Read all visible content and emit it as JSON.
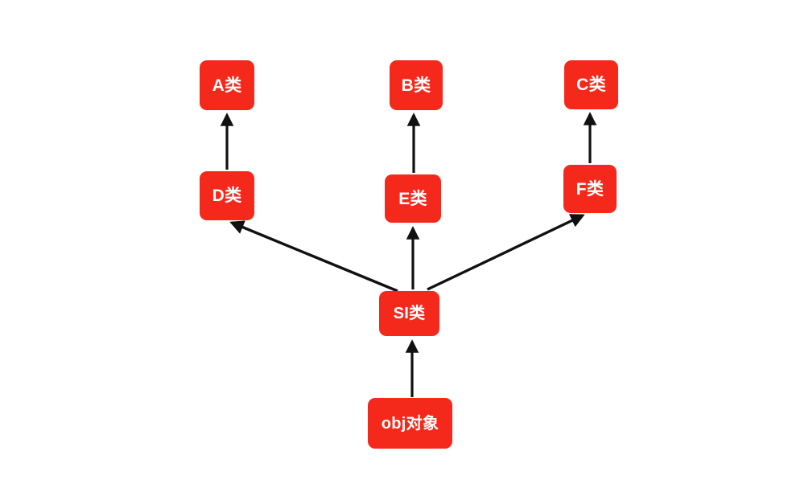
{
  "diagram": {
    "title": "JavaScript prototype chain / class inheritance diagram",
    "type": "node-link-diagram",
    "background_color": "#FFFFFF",
    "node_fill_color": "#F4291C",
    "node_text_color": "#FFFFFF",
    "edge_color": "#000000",
    "nodes": [
      {
        "id": "a",
        "label": "A类",
        "name": "node-a-class"
      },
      {
        "id": "b",
        "label": "B类",
        "name": "node-b-class"
      },
      {
        "id": "c",
        "label": "C类",
        "name": "node-c-class"
      },
      {
        "id": "d",
        "label": "D类",
        "name": "node-d-class"
      },
      {
        "id": "e",
        "label": "E类",
        "name": "node-e-class"
      },
      {
        "id": "f",
        "label": "F类",
        "name": "node-f-class"
      },
      {
        "id": "si",
        "label": "SI类",
        "name": "node-si-class"
      },
      {
        "id": "obj",
        "label": "obj对象",
        "name": "node-obj-object"
      }
    ],
    "edges": [
      {
        "from": "d",
        "to": "a",
        "name": "edge-d-to-a",
        "style": "arrow"
      },
      {
        "from": "e",
        "to": "b",
        "name": "edge-e-to-b",
        "style": "arrow"
      },
      {
        "from": "f",
        "to": "c",
        "name": "edge-f-to-c",
        "style": "arrow"
      },
      {
        "from": "si",
        "to": "d",
        "name": "edge-si-to-d",
        "style": "arrow"
      },
      {
        "from": "si",
        "to": "e",
        "name": "edge-si-to-e",
        "style": "arrow"
      },
      {
        "from": "si",
        "to": "f",
        "name": "edge-si-to-f",
        "style": "arrow"
      },
      {
        "from": "obj",
        "to": "si",
        "name": "edge-obj-to-si",
        "style": "arrow"
      }
    ]
  }
}
